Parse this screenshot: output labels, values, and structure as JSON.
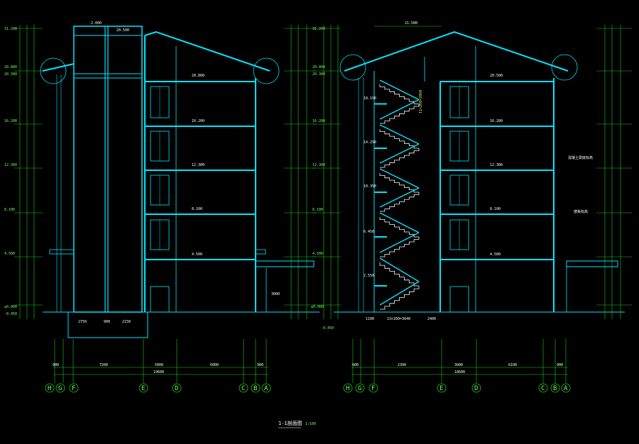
{
  "drawing": {
    "title": "1-1剖面图",
    "scale": "1:100"
  },
  "left_section": {
    "top_dims": [
      "2.000",
      "20.500"
    ],
    "level_labels": [
      "31.200",
      "20.800",
      "20.300",
      "16.200",
      "12.300",
      "8.100",
      "4.500",
      "±0.000",
      "-0.450"
    ],
    "floor_marks": [
      "20.800",
      "16.200",
      "12.300",
      "8.100",
      "4.500"
    ],
    "bottom_dims": [
      "900",
      "7200",
      "5000",
      "6000",
      "900",
      "19600"
    ],
    "shaft_dims": [
      "2750",
      "900",
      "2150"
    ],
    "stair_dim": "3000",
    "axes": [
      "H",
      "G",
      "F",
      "E",
      "D",
      "C",
      "B",
      "A"
    ]
  },
  "right_section": {
    "top_dim": "21.500",
    "level_labels": [
      "31.200",
      "20.800",
      "20.300",
      "16.200",
      "12.300",
      "8.100",
      "4.500",
      "±0.000",
      "-0.450"
    ],
    "floor_marks": [
      "20.500",
      "16.200",
      "12.300",
      "8.100",
      "4.500"
    ],
    "landing_levels": [
      "18.150",
      "14.250",
      "10.350",
      "6.450",
      "2.550"
    ],
    "flight_label": "11×260=2860",
    "bottom_dims": [
      "600",
      "2300",
      "3000",
      "6100",
      "900",
      "18600"
    ],
    "base_dims": [
      "1100",
      "13×260=3640",
      "2400"
    ],
    "axes": [
      "H",
      "G",
      "F",
      "E",
      "D",
      "C",
      "B",
      "A"
    ],
    "notes": [
      "混凝土梁底标高",
      "楼板标高"
    ]
  },
  "colors": {
    "structure": "#00e5ff",
    "dimension": "#18d018",
    "background": "#000000"
  }
}
